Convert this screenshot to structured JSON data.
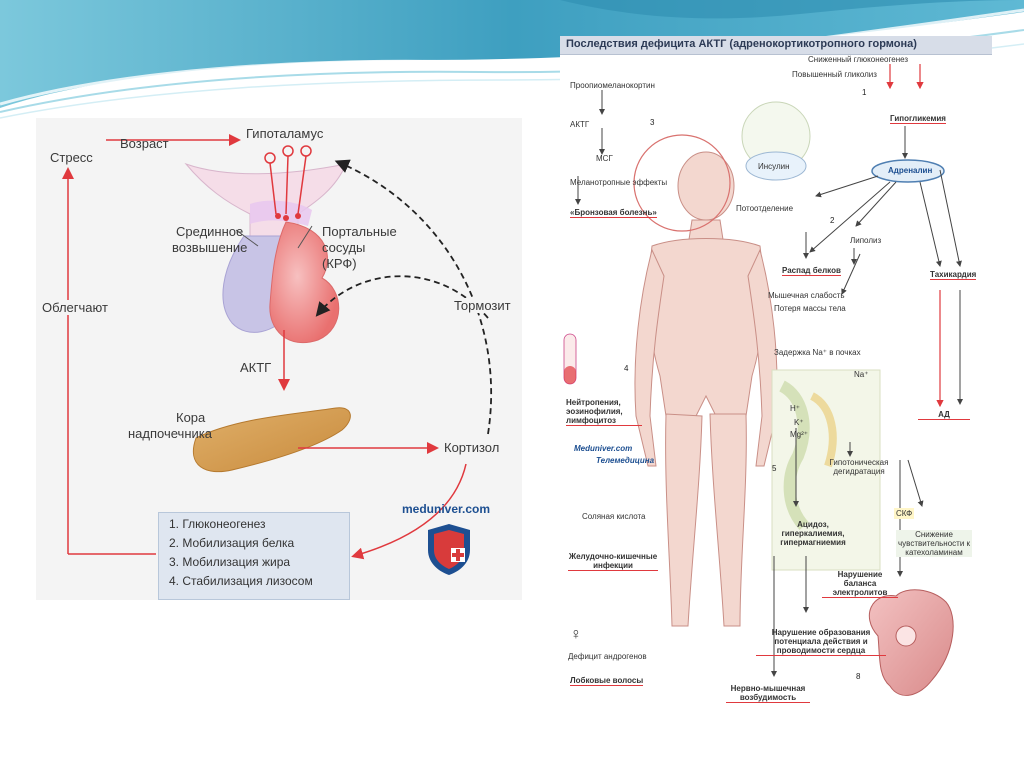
{
  "colors": {
    "accent_teal": "#4aa9c4",
    "arrow_red": "#e0393e",
    "brand_blue": "#1d4f91"
  },
  "left_diagram": {
    "labels": {
      "stress": "Стресс",
      "age": "Возраст",
      "hypothalamus": "Гипоталамус",
      "median_eminence_1": "Срединное",
      "median_eminence_2": "возвышение",
      "portal_1": "Портальные",
      "portal_2": "сосуды",
      "portal_3": "(КРФ)",
      "relieve": "Облегчают",
      "inhibits": "Тормозит",
      "acth": "АКТГ",
      "cortex_1": "Кора",
      "cortex_2": "надпочечника",
      "cortisol": "Кортизол",
      "logo_text": "meduniver.com"
    },
    "effects": [
      "1. Глюконеогенез",
      "2. Мобилизация белка",
      "3. Мобилизация жира",
      "4. Стабилизация лизосом"
    ]
  },
  "right_diagram": {
    "title": "Последствия дефицита АКТГ (адренокортикотропного гормона)",
    "labels": {
      "gluconeogenesis": "Сниженный глюконеогенез",
      "glycolysis": "Повышенный гликолиз",
      "pomc": "Проопиомеланокортин",
      "acth": "АКТГ",
      "msh": "МСГ",
      "melanotropic": "Меланотропные эффекты",
      "bronze": "«Бронзовая болезнь»",
      "hypoglycemia": "Гипогликемия",
      "insulin": "Инсулин",
      "adrenaline": "Адреналин",
      "sweating": "Потоотделение",
      "lipolysis": "Липолиз",
      "protein": "Распад белков",
      "tachycardia": "Тахикардия",
      "muscle": "Мышечная слабость",
      "weight": "Потеря массы тела",
      "na_retention": "Задержка Na⁺ в почках",
      "na": "Na⁺",
      "h": "H⁺",
      "k": "K⁺",
      "mg": "Mg²⁺",
      "neutropenia": "Нейтропения, эозинофилия, лимфоцитоз",
      "watermark_1": "Meduniver.com",
      "watermark_2": "Телемедицина",
      "hypotonic": "Гипотоническая дегидратация",
      "ad": "АД",
      "hcl": "Соляная кислота",
      "gi": "Желудочно-кишечные инфекции",
      "acidosis": "Ацидоз, гиперкалиемия, гипермагниемия",
      "sko": "СКФ",
      "catechol": "Снижение чувствительности к катехоламинам",
      "electrolytes": "Нарушение баланса электролитов",
      "female": "♀",
      "androgen": "Дефицит андрогенов",
      "potential": "Нарушение образования потенциала действия и проводимости сердца",
      "pubic": "Лобковые волосы",
      "neuro": "Нервно-мышечная возбудимость"
    },
    "numbers": [
      "1",
      "2",
      "3",
      "4",
      "5",
      "8"
    ]
  }
}
